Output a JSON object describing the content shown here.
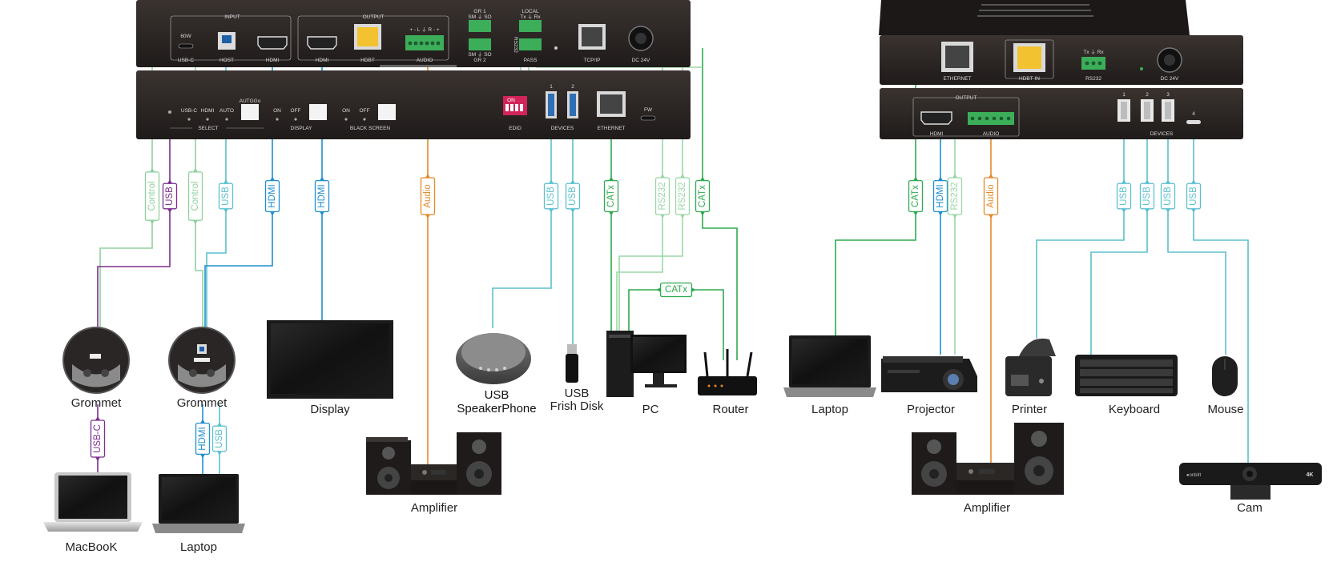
{
  "colors": {
    "control": "#8fd19e",
    "usb": "#5bc0cf",
    "usb_c": "#7b2d8e",
    "hdmi": "#1e8fcf",
    "audio": "#e5892a",
    "catx": "#2eaa4f",
    "rs232": "#9ad7a6",
    "panel": "#2b2523"
  },
  "tx_panel": {
    "input_label": "INPUT",
    "output_label": "OUTPUT",
    "usbc_label": "USB-C",
    "w60_label": "60W",
    "host_label": "HOST",
    "hdmi_label": "HDMI",
    "hdmi_out_label": "HDMI",
    "hdbt_label": "HDBT",
    "audio_label": "AUDIO",
    "audio_pins": "+  -  L  ⏚  R  -  +",
    "gr1_label": "GR 1",
    "gr2_label": "GR 2",
    "gr_pins": "SM ⏚ SO",
    "local_label": "LOCAL",
    "local_pins": "Tx ⏚ Rx",
    "rs232_label": "RS232",
    "pass_label": "PASS",
    "tcpip_label": "TCP/IP",
    "dc_label": "DC 24V",
    "select_label": "SELECT",
    "select_opts": [
      "USB-C",
      "HDMI",
      "AUTO"
    ],
    "autogo_label": "AUTGGo",
    "display_label": "DISPLAY",
    "black_screen_label": "BLACK  SCREEN",
    "on_label": "ON",
    "off_label": "OFF",
    "edid_label": "EDID",
    "dip_on": "ON",
    "devices_label": "DEVICES",
    "dev_ports": [
      "1",
      "2"
    ],
    "ethernet_label": "ETHERNET",
    "fw_label": "FW"
  },
  "rx_panel": {
    "ethernet_label": "ETHERNET",
    "hdbt_in_label": "HDBT IN",
    "rs232_label": "RS232",
    "rs232_pins": "Tx ⏚ Rx",
    "dc_label": "DC 24V",
    "output_label": "OUTPUT",
    "hdmi_label": "HDMI",
    "audio_label": "AUDIO",
    "devices_label": "DEVICES",
    "dev_ports": [
      "1",
      "2",
      "3",
      "4"
    ]
  },
  "cable_tags": {
    "control_1": "Control",
    "usb_1": "USB",
    "control_2": "Control",
    "usb_2": "USB",
    "hdmi_1": "HDMI",
    "hdmi_2": "HDMI",
    "audio_1": "Audio",
    "usb_3": "USB",
    "usb_4": "USB",
    "catx_1": "CATx",
    "rs232_1": "RS232",
    "rs232_2": "RS232",
    "catx_2": "CATx",
    "usbc_lower": "USB-C",
    "hdmi_lower": "HDMI",
    "usb_lower": "USB",
    "catx_pc_router": "CATx",
    "catx_rx": "CATx",
    "hdmi_rx": "HDMI",
    "rs232_rx": "RS232",
    "audio_rx": "Audio",
    "usb_rx_1": "USB",
    "usb_rx_2": "USB",
    "usb_rx_3": "USB",
    "usb_rx_4": "USB"
  },
  "devices": {
    "grommet_1": "Grommet",
    "grommet_2": "Grommet",
    "display": "Display",
    "amplifier_1": "Amplifier",
    "usb_speakerphone_l1": "USB",
    "usb_speakerphone_l2": "SpeakerPhone",
    "usb_disk_l1": "USB",
    "usb_disk_l2": "Frish Disk",
    "pc": "PC",
    "router": "Router",
    "macbook": "MacBooK",
    "laptop_1": "Laptop",
    "laptop_2": "Laptop",
    "projector": "Projector",
    "printer": "Printer",
    "keyboard": "Keyboard",
    "mouse": "Mouse",
    "amplifier_2": "Amplifier",
    "cam": "Cam",
    "cam_brand": "●onbitt",
    "cam_4k": "4K"
  }
}
